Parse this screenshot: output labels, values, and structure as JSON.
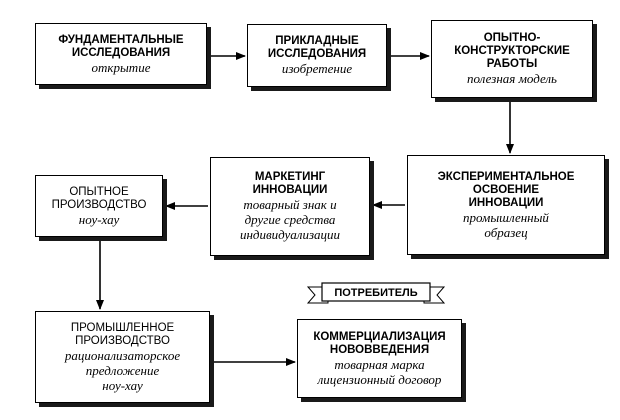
{
  "boxes": {
    "b1": {
      "title": [
        "ФУНДАМЕНТАЛЬНЫЕ",
        "ИССЛЕДОВАНИЯ"
      ],
      "subtitle": [
        "открытие"
      ]
    },
    "b2": {
      "title": [
        "ПРИКЛАДНЫЕ",
        "ИССЛЕДОВАНИЯ"
      ],
      "subtitle": [
        "изобретение"
      ]
    },
    "b3": {
      "title": [
        "ОПЫТНО-",
        "КОНСТРУКТОРСКИЕ",
        "РАБОТЫ"
      ],
      "subtitle": [
        "полезная модель"
      ]
    },
    "b4": {
      "title": [
        "ЭКСПЕРИМЕНТАЛЬНОЕ",
        "ОСВОЕНИЕ",
        "ИННОВАЦИИ"
      ],
      "subtitle": [
        "промышленный",
        "образец"
      ]
    },
    "b5": {
      "title": [
        "МАРКЕТИНГ",
        "ИННОВАЦИИ"
      ],
      "subtitle": [
        "товарный знак и",
        "другие средства",
        "индивидуализации"
      ]
    },
    "b6": {
      "title": [
        "ОПЫТНОЕ",
        "ПРОИЗВОДСТВО"
      ],
      "subtitle": [
        "ноу-хау"
      ]
    },
    "b7": {
      "title": [
        "ПРОМЫШЛЕННОЕ",
        "ПРОИЗВОДСТВО"
      ],
      "subtitle": [
        "рационализаторское",
        "предложение",
        "ноу-хау"
      ]
    },
    "b8": {
      "title": [
        "КОММЕРЦИАЛИЗАЦИЯ",
        "НОВОВВЕДЕНИЯ"
      ],
      "subtitle": [
        "товарная марка",
        "лицензионный договор"
      ]
    }
  },
  "consumer": "ПОТРЕБИТЕЛЬ"
}
